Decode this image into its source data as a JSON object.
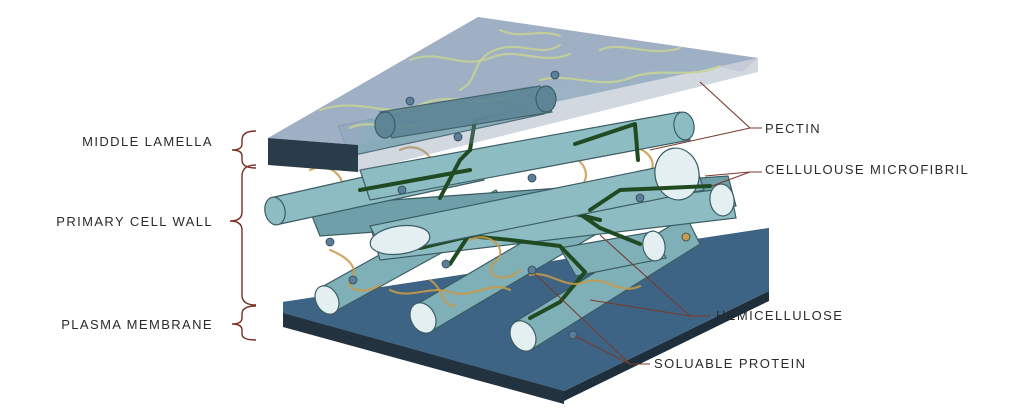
{
  "labels": {
    "left": {
      "middle_lamella": "MIDDLE LAMELLA",
      "primary_cell_wall": "PRIMARY CELL WALL",
      "plasma_membrane": "PLASMA MEMBRANE"
    },
    "right": {
      "pectin": "PECTIN",
      "cellulose_microfibril": "CELLULOUSE MICROFIBRIL",
      "hemicellulose": "HEMICELLULOSE",
      "soluble_protein": "SOLUABLE PROTEIN"
    }
  },
  "colors": {
    "membrane_top": "#3d6485",
    "membrane_side": "#27394a",
    "lamella_top": "#8fa8bd",
    "lamella_side": "#2a3c4a",
    "fibril": "#8dbcc3",
    "fibril_end": "#e4eff1",
    "hemicellulose": "#1f4a22",
    "pectin_in_wall": "#c99a4a",
    "pectin_in_lamella": "#c7d394",
    "protein": "#5c7d9a",
    "leader": "#7a3a2c"
  }
}
